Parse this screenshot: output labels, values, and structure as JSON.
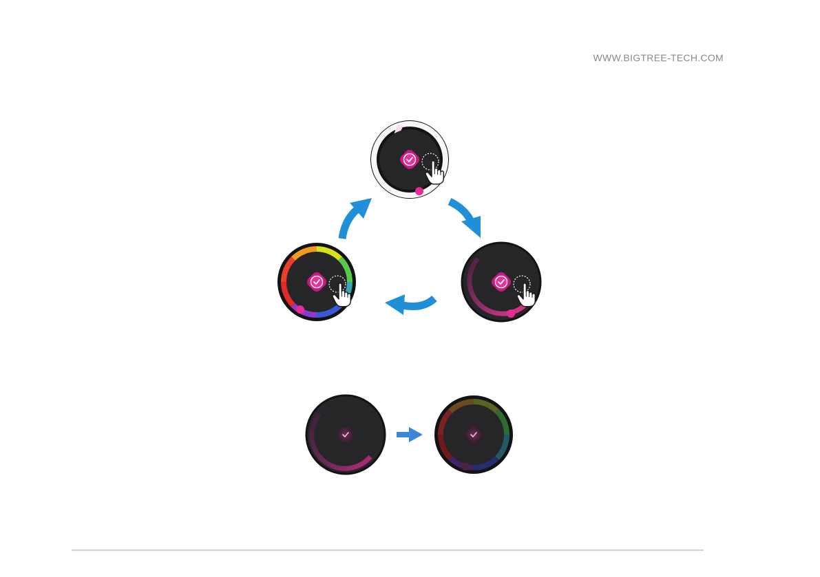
{
  "header": {
    "url": "WWW.BIGTREE-TECH.COM"
  },
  "knobs": [
    {
      "id": "knob-white-mode",
      "ring": "white-pink",
      "touch_icon": "tap-hand-icon"
    },
    {
      "id": "knob-magenta-mode",
      "ring": "magenta",
      "touch_icon": "tap-hand-icon"
    },
    {
      "id": "knob-rainbow-mode",
      "ring": "rainbow",
      "touch_icon": "tap-hand-icon"
    },
    {
      "id": "knob-dim-magenta",
      "ring": "dim-magenta",
      "touch_icon": ""
    },
    {
      "id": "knob-dim-rainbow",
      "ring": "dim-rainbow",
      "touch_icon": ""
    }
  ],
  "colors": {
    "arrow": "#1f8fd8",
    "arrow_small": "#3d86d3",
    "knob_body": "#262527",
    "knob_rim": "#131214",
    "accent": "#e52c92"
  },
  "icons": [
    "check-badge-icon",
    "tap-hand-icon",
    "cycle-arrow-icon",
    "right-arrow-icon"
  ]
}
